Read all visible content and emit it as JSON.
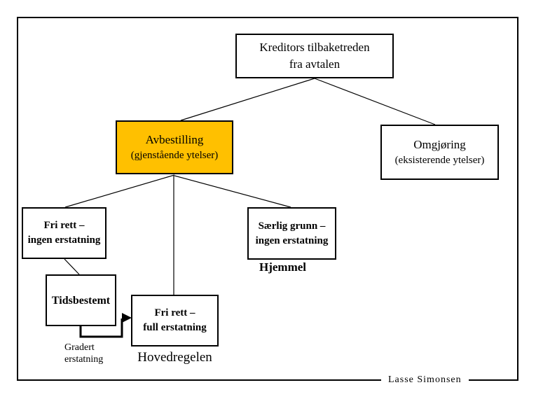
{
  "slide": {
    "accent_color": "#FFC000",
    "root": {
      "line1": "Kreditors tilbaketreden",
      "line2": "fra avtalen"
    },
    "avbestilling": {
      "title": "Avbestilling",
      "subtitle": "(gjenstående ytelser)"
    },
    "omgjoring": {
      "title": "Omgjøring",
      "subtitle": "(eksisterende ytelser)"
    },
    "fri_rett_ingen": {
      "line1": "Fri rett –",
      "line2": "ingen erstatning"
    },
    "saerlig_grunn": {
      "line1": "Særlig grunn –",
      "line2": "ingen erstatning"
    },
    "hjemmel_label": "Hjemmel",
    "tidsbestemt_label": "Tidsbestemt",
    "fri_rett_full": {
      "line1": "Fri rett –",
      "line2": "full erstatning"
    },
    "gradert": {
      "line1": "Gradert",
      "line2": "erstatning"
    },
    "hovedregelen_label": "Hovedregelen",
    "credit": "Lasse Simonsen"
  }
}
